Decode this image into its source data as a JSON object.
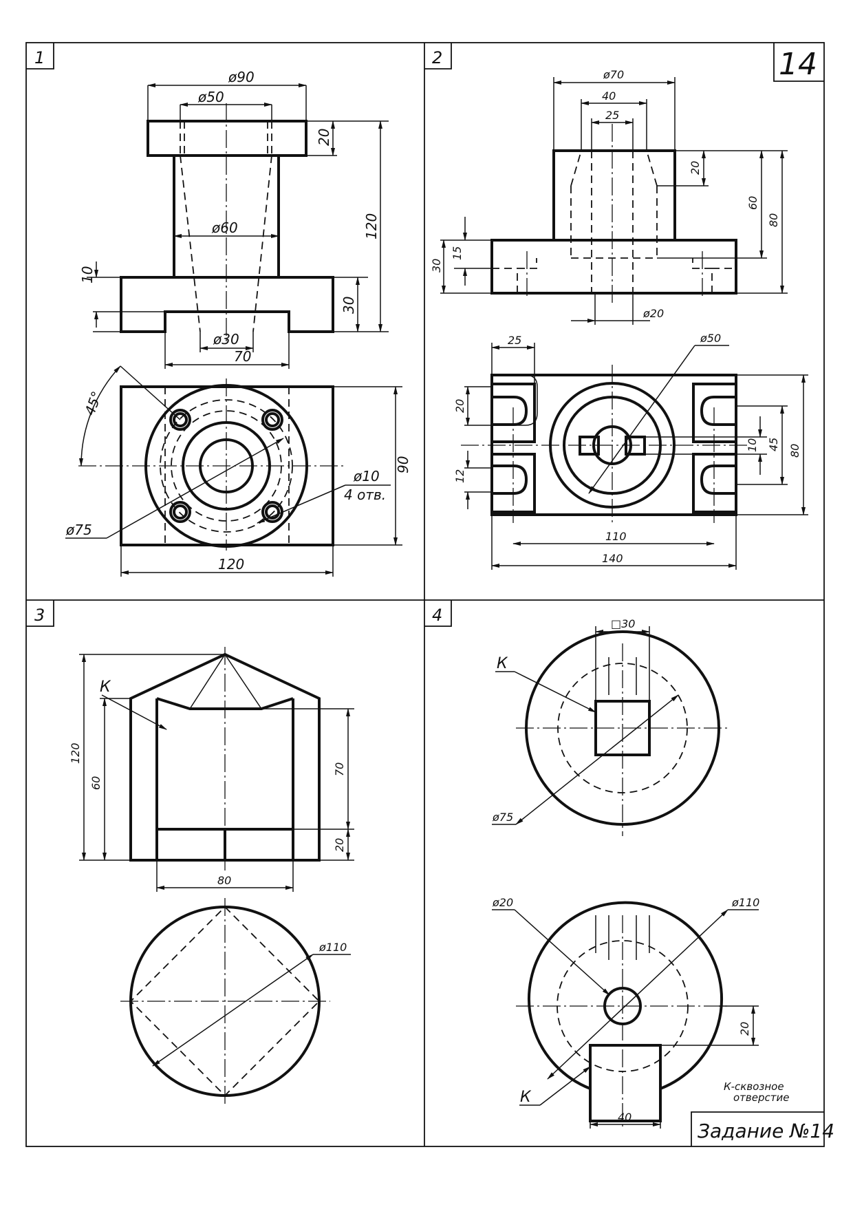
{
  "sheet": {
    "number": "14",
    "task": "Задание №14"
  },
  "panels": [
    {
      "number": "1",
      "dims": {
        "d90": "ø90",
        "d50": "ø50",
        "h20": "20",
        "h120": "120",
        "d60": "ø60",
        "h10": "10",
        "h30": "30",
        "d30": "ø30",
        "w70": "70",
        "ang45": "45°",
        "hole": "ø10",
        "holes_count": "4 отв.",
        "h90": "90",
        "d75": "ø75",
        "w120": "120"
      }
    },
    {
      "number": "2",
      "dims": {
        "d70": "ø70",
        "w40": "40",
        "w25": "25",
        "h20": "20",
        "h60": "60",
        "h80": "80",
        "h30": "30",
        "h15": "15",
        "d20": "ø20",
        "w25b": "25",
        "d50": "ø50",
        "h20b": "20",
        "h12": "12",
        "h10": "10",
        "h45": "45",
        "h80b": "80",
        "w110": "110",
        "w140": "140"
      }
    },
    {
      "number": "3",
      "dims": {
        "k": "К",
        "h120": "120",
        "h60": "60",
        "h70": "70",
        "h20": "20",
        "w80": "80",
        "d110": "ø110"
      }
    },
    {
      "number": "4",
      "dims": {
        "sq30": "□30",
        "k1": "К",
        "d75": "ø75",
        "d20": "ø20",
        "d110": "ø110",
        "h20": "20",
        "k2": "К",
        "w40": "40",
        "note_line1": "К-сквозное",
        "note_line2": "отверстие"
      }
    }
  ]
}
